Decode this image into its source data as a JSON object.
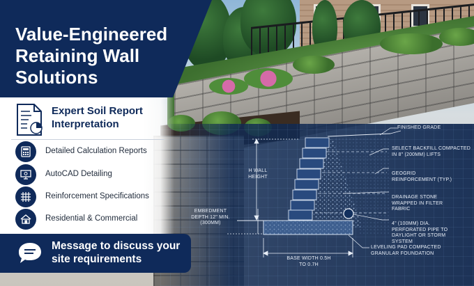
{
  "headline": "Value-Engineered Retaining Wall Solutions",
  "highlight": "Expert Soil Report Interpretation",
  "features": [
    {
      "label": "Detailed Calculation Reports",
      "icon": "calculator-icon"
    },
    {
      "label": "AutoCAD Detailing",
      "icon": "monitor-icon"
    },
    {
      "label": "Reinforcement Specifications",
      "icon": "grid-icon"
    },
    {
      "label": "Residential & Commercial",
      "icon": "house-icon"
    }
  ],
  "cta": "Message to discuss your site requirements",
  "diagram": {
    "finished_grade": "FINISHED GRADE",
    "select_backfill": "SELECT BACKFILL COMPACTED IN 8\" (200mm) LIFTS",
    "geogrid": "GEOGRID REINFORCEMENT (TYP.)",
    "drainage_stone": "DRAINAGE STONE WRAPPED IN FILTER FABRIC",
    "pipe": "4\" (100mm) DIA. PERFORATED PIPE TO DAYLIGHT OR STORM SYSTEM",
    "leveling_pad": "LEVELING PAD COMPACTED GRANULAR FOUNDATION",
    "wall_height": "H WALL HEIGHT",
    "embedment": "EMBEDMENT DEPTH 12\" MIN. (300mm)",
    "base_width": "BASE WIDTH 0.5H TO 0.7H"
  },
  "colors": {
    "navy": "#0f2a5a",
    "white": "#ffffff",
    "blueprint": "#12305e"
  }
}
